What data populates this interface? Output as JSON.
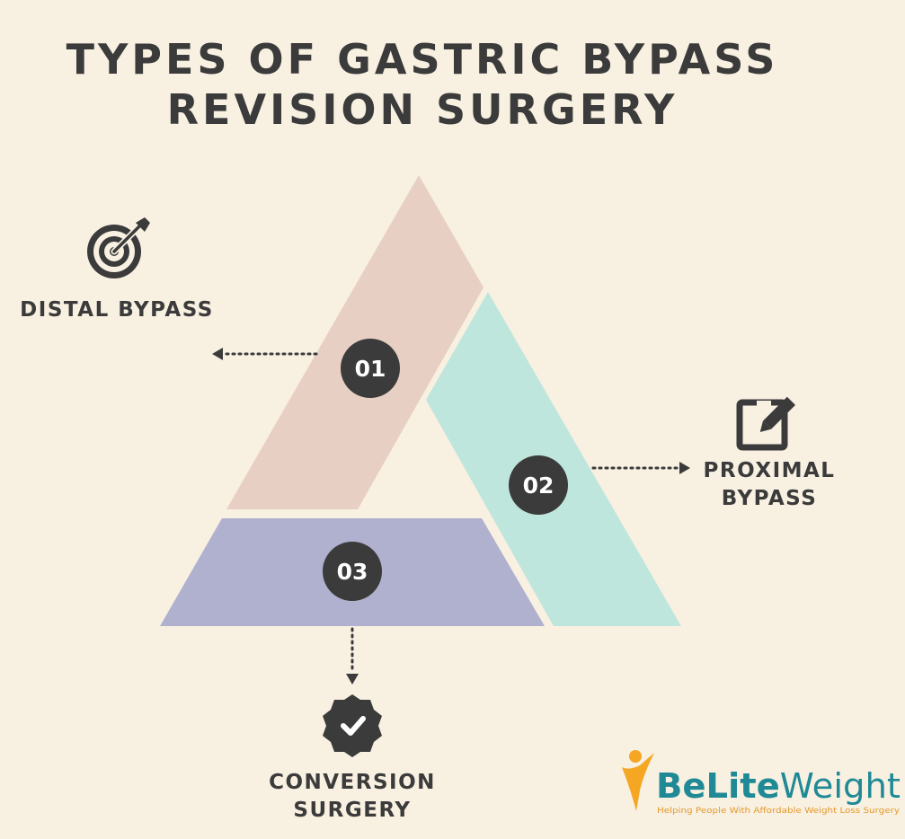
{
  "title": {
    "line1": "TYPES OF GASTRIC BYPASS",
    "line2": "REVISION SURGERY"
  },
  "segments": [
    {
      "number": "01",
      "label_lines": [
        "DISTAL BYPASS"
      ],
      "icon": "target-icon",
      "color": "#e8cfc3"
    },
    {
      "number": "02",
      "label_lines": [
        "PROXIMAL",
        "BYPASS"
      ],
      "icon": "edit-icon",
      "color": "#bfe6dd"
    },
    {
      "number": "03",
      "label_lines": [
        "CONVERSION",
        "SURGERY"
      ],
      "icon": "verified-badge-icon",
      "color": "#b0b0cf"
    }
  ],
  "brand": {
    "name_prefix": "BeLite",
    "name_suffix": "Weight",
    "tagline": "Helping People With Affordable Weight Loss Surgery",
    "colors": {
      "text": "#1f8a96",
      "figure": "#f5a623",
      "tagline": "#e39a2b"
    }
  },
  "colors": {
    "background": "#f8f0e1",
    "text": "#3b3b3b",
    "number_circle": "#3b3b3b"
  }
}
